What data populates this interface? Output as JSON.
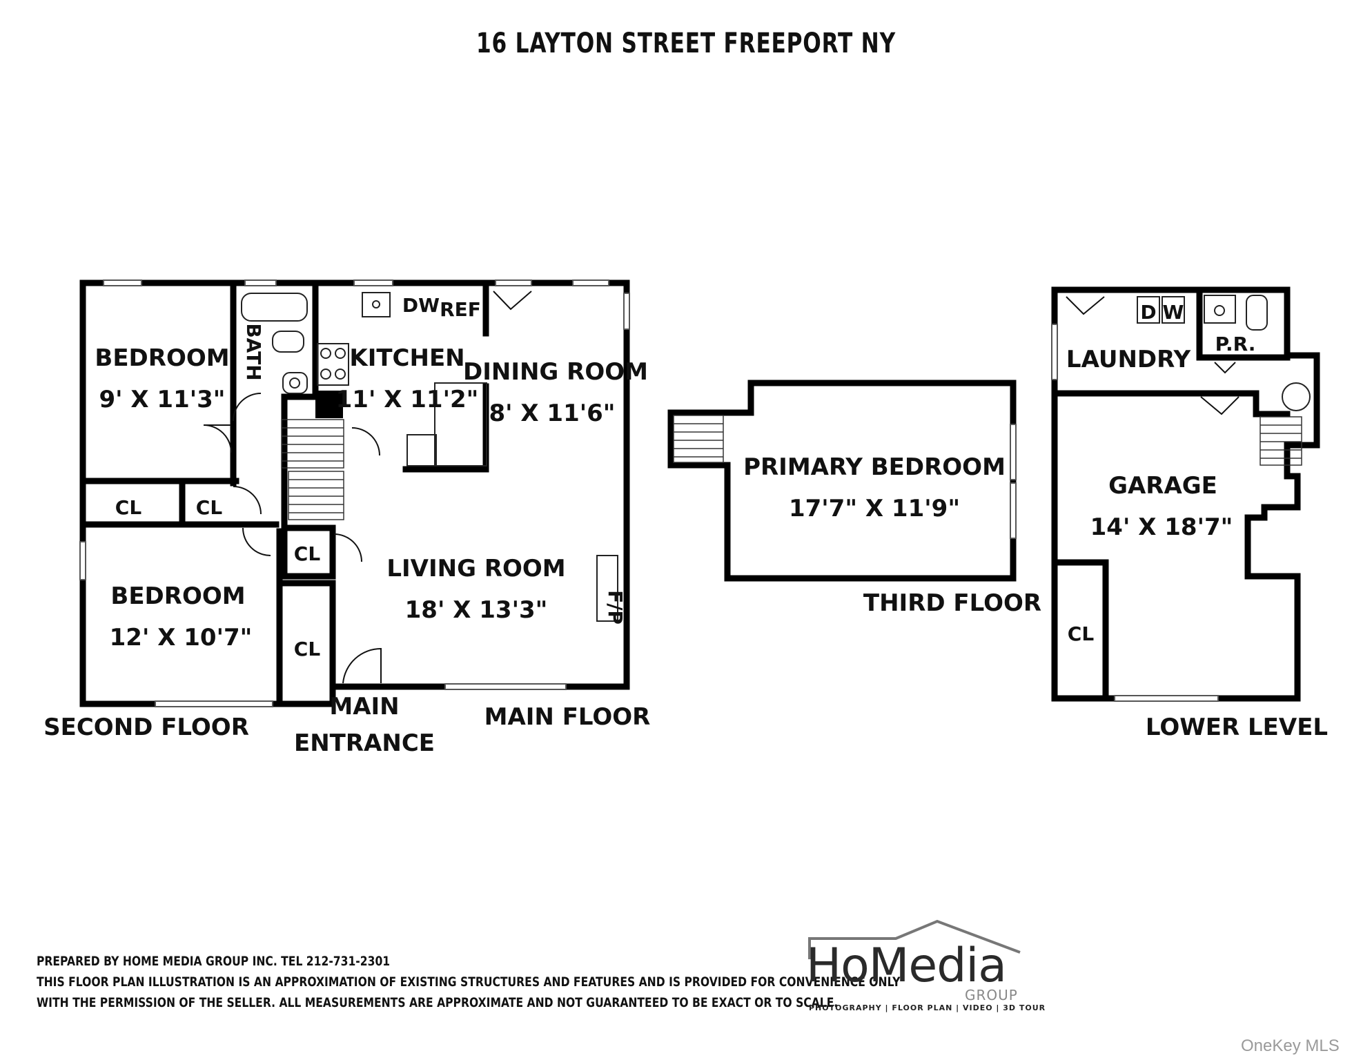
{
  "title": "16 LAYTON STREET FREEPORT NY",
  "main_floor": {
    "label": "MAIN FLOOR",
    "rooms": {
      "kitchen": {
        "name": "KITCHEN",
        "size": "11' X 11'2\""
      },
      "dining": {
        "name": "DINING ROOM",
        "size": "8' X 11'6\""
      },
      "living": {
        "name": "LIVING ROOM",
        "size": "18' X 13'3\""
      },
      "closet": "CL",
      "dw": "DW",
      "ref": "REF",
      "fp": "F/P"
    },
    "entrance": [
      "MAIN",
      "ENTRANCE"
    ]
  },
  "second_floor": {
    "label": "SECOND FLOOR",
    "rooms": {
      "bedroom1": {
        "name": "BEDROOM",
        "size": "9' X 11'3\""
      },
      "bedroom2": {
        "name": "BEDROOM",
        "size": "12' X 10'7\""
      },
      "bath": "BATH",
      "closet": "CL"
    }
  },
  "third_floor": {
    "label": "THIRD FLOOR",
    "rooms": {
      "primary": {
        "name": "PRIMARY BEDROOM",
        "size": "17'7\" X 11'9\""
      }
    }
  },
  "lower_level": {
    "label": "LOWER LEVEL",
    "rooms": {
      "laundry": "LAUNDRY",
      "garage": {
        "name": "GARAGE",
        "size": "14' X 18'7\""
      },
      "d": "D",
      "w": "W",
      "pr": "P.R.",
      "closet": "CL"
    }
  },
  "footer": {
    "line1": "PREPARED  BY  HOME MEDIA GROUP INC.  TEL 212-731-2301",
    "line2": "THIS FLOOR PLAN ILLUSTRATION IS AN APPROXIMATION OF EXISTING STRUCTURES AND FEATURES AND IS PROVIDED FOR CONVENIENCE ONLY",
    "line3": "WITH THE PERMISSION OF THE SELLER. ALL MEASUREMENTS ARE APPROXIMATE AND NOT GUARANTEED TO BE EXACT OR TO SCALE."
  },
  "logo": {
    "name": "HoMedia",
    "group": "GROUP",
    "tagline": "PHOTOGRAPHY | FLOOR PLAN | VIDEO | 3D TOUR"
  },
  "watermark": "OneKey MLS"
}
